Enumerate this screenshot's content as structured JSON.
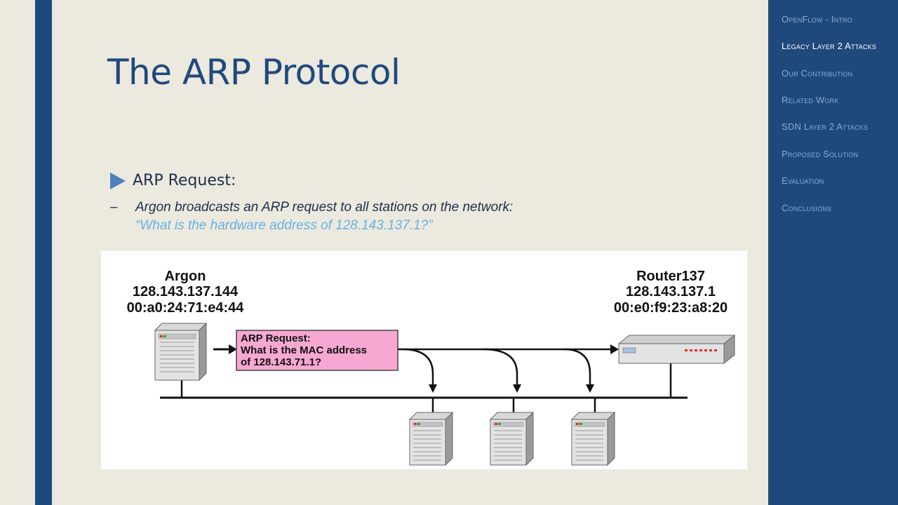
{
  "slide": {
    "title": "The ARP Protocol",
    "bullet": "ARP Request:",
    "sub_dash": "–",
    "sub_text": "Argon broadcasts an ARP request to all stations on the network:",
    "quote_text": "“What is the hardware address of 128.143.137.1?”"
  },
  "nav": {
    "items": [
      {
        "label": "OpenFlow - Intro",
        "active": false
      },
      {
        "label": "Legacy Layer 2 Attacks",
        "active": true
      },
      {
        "label": "Our Contribution",
        "active": false
      },
      {
        "label": "Related Work",
        "active": false
      },
      {
        "label": "SDN Layer 2 Attacks",
        "active": false
      },
      {
        "label": "Proposed Solution",
        "active": false
      },
      {
        "label": "Evaluation",
        "active": false
      },
      {
        "label": "Conclusions",
        "active": false
      }
    ]
  },
  "diagram": {
    "argon": {
      "name": "Argon",
      "ip": "128.143.137.144",
      "mac": "00:a0:24:71:e4:44"
    },
    "router": {
      "name": "Router137",
      "ip": "128.143.137.1",
      "mac": "00:e0:f9:23:a8:20"
    },
    "request": {
      "line1": "ARP Request:",
      "line2": "What is the MAC address",
      "line3": "of  128.143.71.1?"
    }
  },
  "colors": {
    "accent": "#1f497d",
    "bullet": "#4f81bd",
    "quote": "#66b3e0",
    "request_box": "#f7a8d2",
    "background": "#ece9df"
  }
}
